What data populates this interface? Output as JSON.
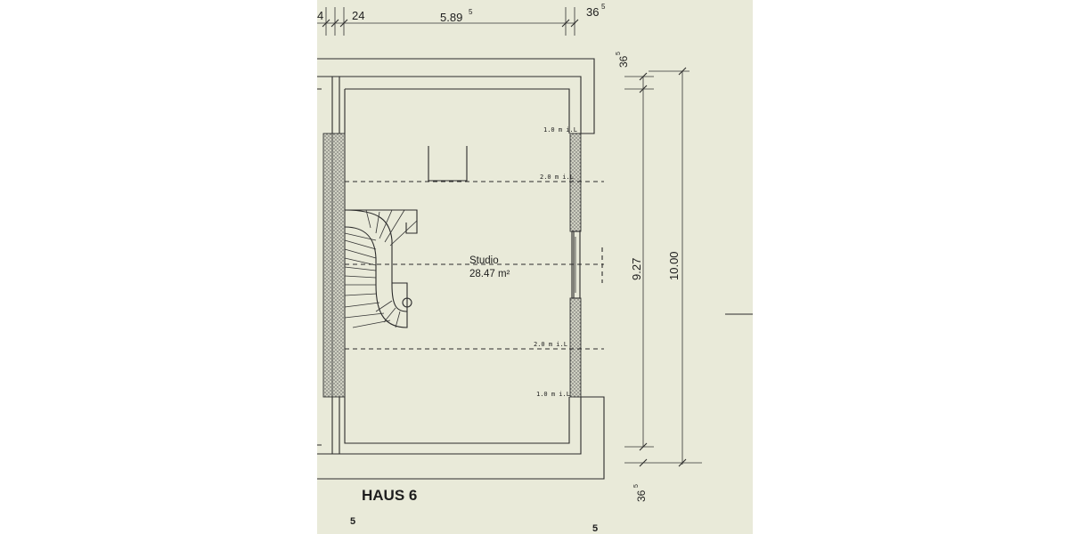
{
  "dimensions": {
    "top_left_cut": "4",
    "top_a": "24",
    "top_b": "5.89",
    "top_b_sup": "5",
    "top_c": "36",
    "top_c_sup": "5",
    "right_top": "36",
    "right_top_sup": "5",
    "inner_height": "9.27",
    "outer_height": "10.00",
    "right_bottom": "36",
    "right_bottom_sup": "5"
  },
  "levels": {
    "l1": "1.0 m i.L",
    "l2": "2.0 m i.L",
    "l3": "2.0 m i.L",
    "l4": "1.0 m i.L"
  },
  "room": {
    "name": "Studio",
    "area": "28.47 m²"
  },
  "house_label": "HAUS 6",
  "footer": {
    "left_mark": "5",
    "right_mark": "5"
  }
}
